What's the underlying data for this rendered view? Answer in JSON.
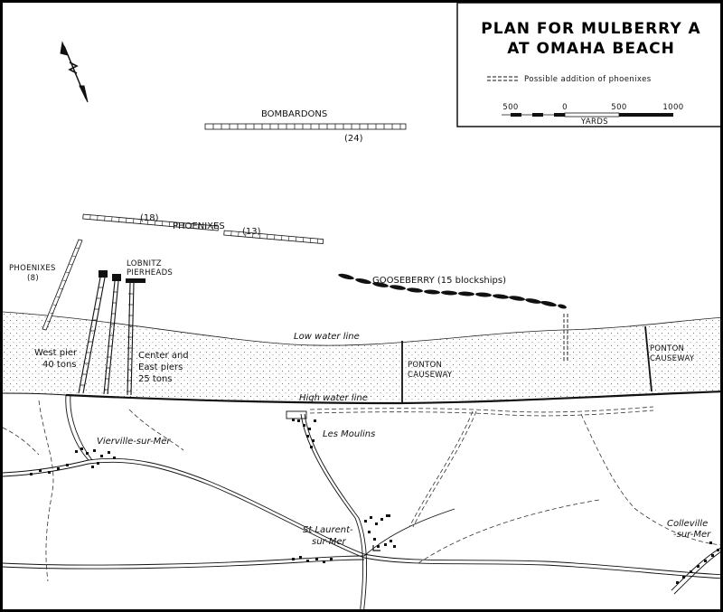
{
  "legend": {
    "title_line1": "PLAN FOR MULBERRY A",
    "title_line2": "AT OMAHA BEACH",
    "phoenix_note": "Possible addition of phoenixes",
    "scale_labels": [
      "500",
      "0",
      "500",
      "1000"
    ],
    "scale_unit": "YARDS"
  },
  "labels": {
    "bombardons": "BOMBARDONS",
    "bombardons_count": "(24)",
    "phoenixes_18": "(18)",
    "phoenixes": "PHOENIXES",
    "phoenixes_13": "(13)",
    "phoenixes_left": "PHOENIXES",
    "phoenixes_left_count": "(8)",
    "lobnitz_1": "LOBNITZ",
    "lobnitz_2": "PIERHEADS",
    "gooseberry": "GOOSEBERRY (15 blockships)",
    "low_water": "Low water line",
    "high_water": "High water line",
    "west_pier_1": "West pier",
    "west_pier_2": "40 tons",
    "center_east_1": "Center and",
    "center_east_2": "East piers",
    "center_east_3": "25 tons",
    "ponton_1a": "PONTON",
    "ponton_1b": "CAUSEWAY",
    "ponton_2a": "PONTON",
    "ponton_2b": "CAUSEWAY"
  },
  "towns": {
    "vierville": "Vierville-sur-Mer",
    "les_moulins": "Les Moulins",
    "st_laurent_1": "St Laurent-",
    "st_laurent_2": "sur-Mer",
    "colleville_1": "Colleville",
    "colleville_2": "-sur-Mer"
  },
  "icons": {
    "north_arrow": "north-arrow-icon"
  },
  "colors": {
    "ink": "#111111",
    "background": "#ffffff"
  }
}
